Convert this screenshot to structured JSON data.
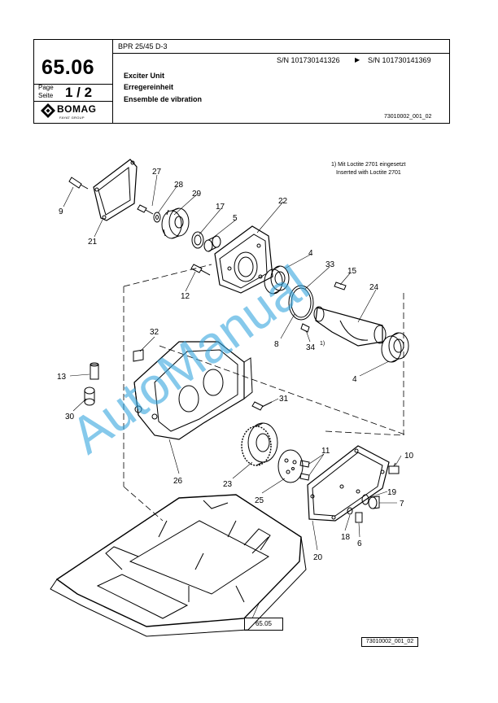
{
  "header": {
    "model": "BPR 25/45 D-3",
    "section_number": "65.06",
    "serial_from": "S/N 101730141326",
    "serial_arrow": "▶",
    "serial_to": "S/N 101730141369",
    "page_label_en": "Page",
    "page_label_de": "Seite",
    "page_number": "1 / 2",
    "title_en": "Exciter Unit",
    "title_de": "Erregereinheit",
    "title_fr": "Ensemble de vibration",
    "drawing_id": "73010002_001_02",
    "logo_text": "BOMAG",
    "logo_subtext": "FAYAT GROUP"
  },
  "notes": {
    "line1": "1) Mit Loctite 2701 eingesetzt",
    "line2": "Inserted with Loctite 2701"
  },
  "reference_box": "65.05",
  "footer_id": "73010002_001_02",
  "watermark": "AutoManual",
  "callouts": [
    "9",
    "27",
    "28",
    "29",
    "17",
    "5",
    "22",
    "21",
    "12",
    "4",
    "33",
    "15",
    "24",
    "8",
    "34",
    "1)",
    "32",
    "4",
    "13",
    "30",
    "31",
    "26",
    "11",
    "10",
    "23",
    "25",
    "19",
    "7",
    "18",
    "6",
    "20"
  ]
}
